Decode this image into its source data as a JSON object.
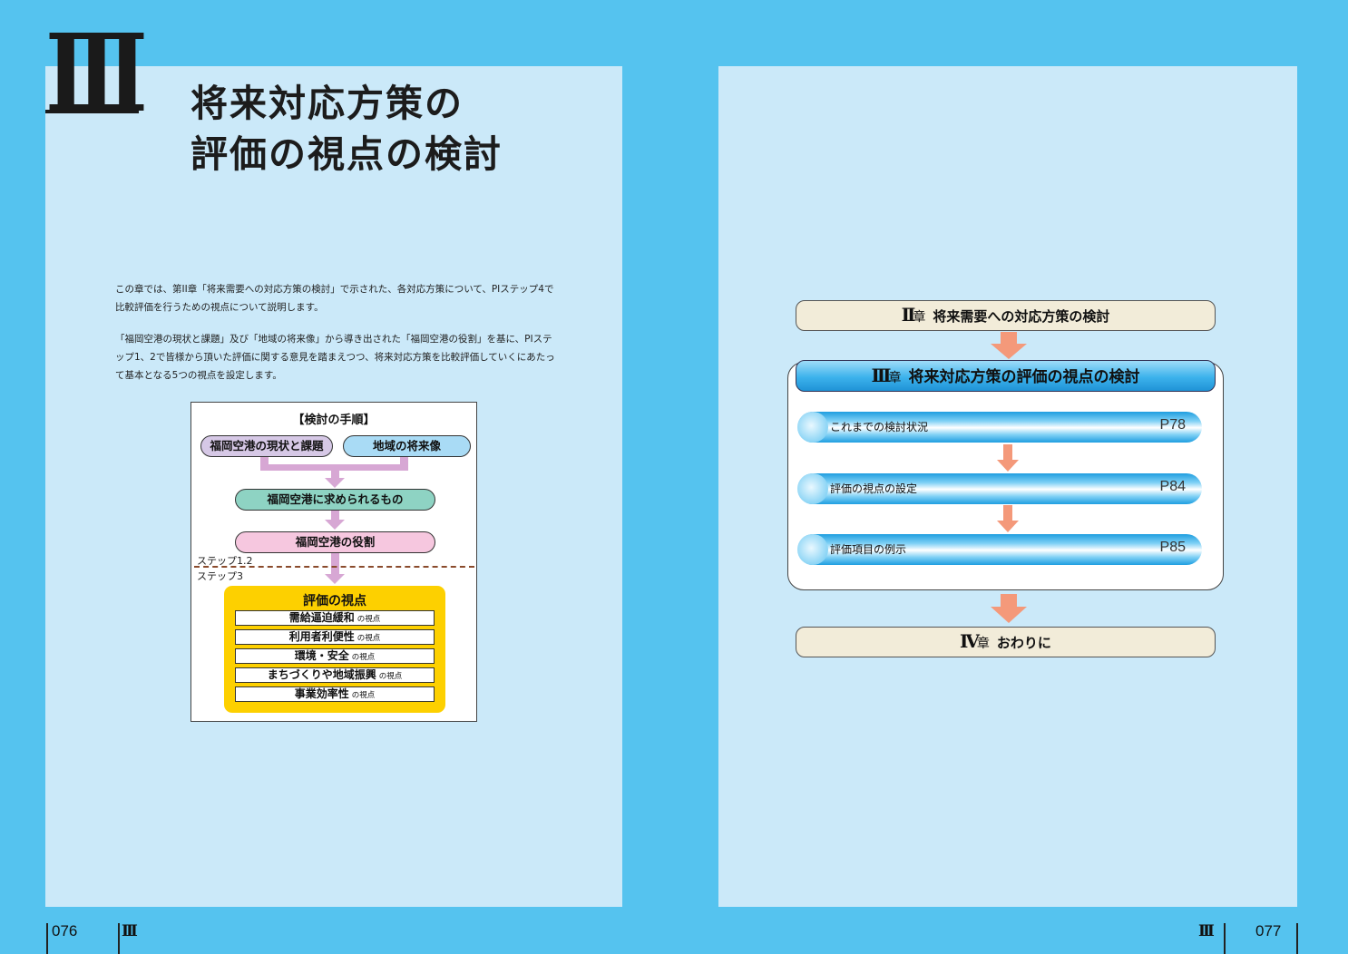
{
  "left_page": {
    "chapter_numeral": "III",
    "title_line1": "将来対応方策の",
    "title_line2": "評価の視点の検討",
    "intro_paragraph1": "この章では、第II章「将来需要への対応方策の検討」で示された、各対応方策について、PIステップ4で比較評価を行うための視点について説明します。",
    "intro_paragraph2": "「福岡空港の現状と課題」及び「地域の将来像」から導き出された「福岡空港の役割」を基に、PIステップ1、2で皆様から頂いた評価に関する意見を踏まえつつ、将来対応方策を比較評価していくにあたって基本となる5つの視点を設定します。",
    "procedure": {
      "title": "【検討の手順】",
      "current_state": "福岡空港の現状と課題",
      "regional_future": "地域の将来像",
      "requirements": "福岡空港に求められるもの",
      "role": "福岡空港の役割",
      "step_label_1": "ステップ1.2",
      "step_label_2": "ステップ3",
      "viewpoints_title": "評価の視点",
      "viewpoint_suffix": "の視点",
      "viewpoints": [
        "需給逼迫緩和",
        "利用者利便性",
        "環境・安全",
        "まちづくりや地域振興",
        "事業効率性"
      ]
    },
    "folio_number": "076",
    "folio_numeral": "III"
  },
  "right_page": {
    "chap2": {
      "numeral": "II",
      "word": "章",
      "title": "将来需要への対応方策の検討"
    },
    "chap3": {
      "numeral": "III",
      "word": "章",
      "title": "将来対応方策の評価の視点の検討"
    },
    "sections": [
      {
        "label": "これまでの検討状況",
        "page": "P78"
      },
      {
        "label": "評価の視点の設定",
        "page": "P84"
      },
      {
        "label": "評価項目の例示",
        "page": "P85"
      }
    ],
    "chap4": {
      "numeral": "IV",
      "word": "章",
      "title": "おわりに"
    },
    "folio_number": "077",
    "folio_numeral": "III"
  },
  "colors": {
    "background": "#55c3ef",
    "panel": "#cbe9f9",
    "viewpoint_panel": "#fdd000",
    "flow_arrow": "#f4997a",
    "procedure_arrow": "#d7a7d4"
  }
}
